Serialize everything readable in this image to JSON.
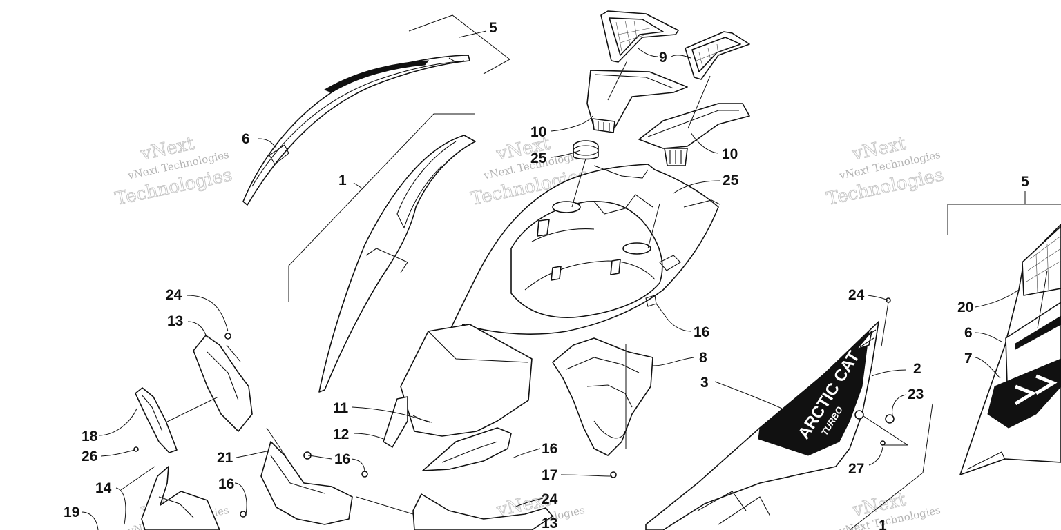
{
  "watermark": {
    "line1": "vNext Technologies",
    "line2_a": "vNext",
    "line2_b": "Technologies"
  },
  "decal": {
    "brand": "ARCTIC CAT",
    "model": "TURBO"
  },
  "callouts": {
    "c5_top": "5",
    "c9": "9",
    "c6_left": "6",
    "c10_left": "10",
    "c25_left": "25",
    "c10_right": "10",
    "c1": "1",
    "c25_right": "25",
    "c24_left": "24",
    "c13_left": "13",
    "c16_mid": "16",
    "c8": "8",
    "c3": "3",
    "c2": "2",
    "c23": "23",
    "c11": "11",
    "c12": "12",
    "c18": "18",
    "c26": "26",
    "c21": "21",
    "c16_lower": "16",
    "c16_bottom_mid": "16",
    "c17": "17",
    "c14": "14",
    "c16_left": "16",
    "c19": "19",
    "c24_bottom": "24",
    "c13_bottom": "13",
    "c24_right": "24",
    "c27": "27",
    "c1_bottom": "1",
    "c5_right": "5",
    "c20": "20",
    "c6_right": "6",
    "c7": "7"
  },
  "colors": {
    "line": "#111111",
    "watermark": "#9a9a9a",
    "background": "#ffffff"
  }
}
